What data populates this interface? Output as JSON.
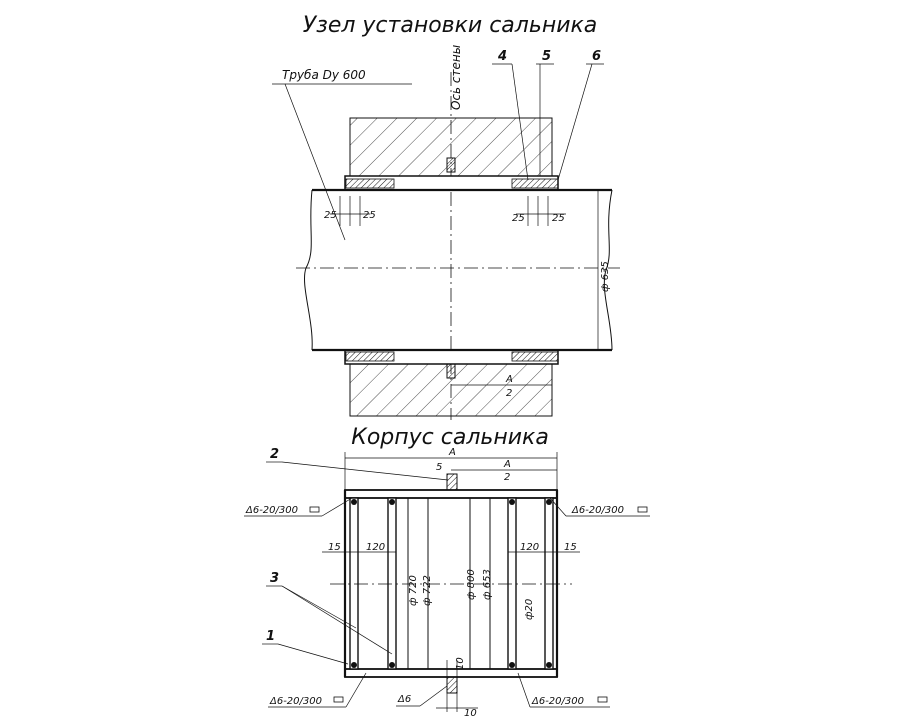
{
  "top": {
    "title": "Узел установки сальника",
    "pipe_label": "Труба Dy 600",
    "wall_axis": "Ось стены",
    "callouts": [
      "4",
      "5",
      "6"
    ],
    "dim_25": "25",
    "dim_d635": "ф 635",
    "dim_a": "A",
    "dim_2": "2"
  },
  "bottom": {
    "title": "Корпус сальника",
    "callouts": [
      "2",
      "3",
      "1"
    ],
    "dim_a": "A",
    "dim_a_half_num": "A",
    "dim_a_half_den": "2",
    "dim_5": "5",
    "dim_15": "15",
    "dim_120": "120",
    "dim_d720": "ф 720",
    "dim_d722": "ф 722",
    "dim_d800": "ф 800",
    "dim_d653": "ф 653",
    "dim_d20": "ф20",
    "dim_10a": "10",
    "dim_10b": "10",
    "weld_main": "Δ6-20/300",
    "weld_6": "Δ6"
  }
}
